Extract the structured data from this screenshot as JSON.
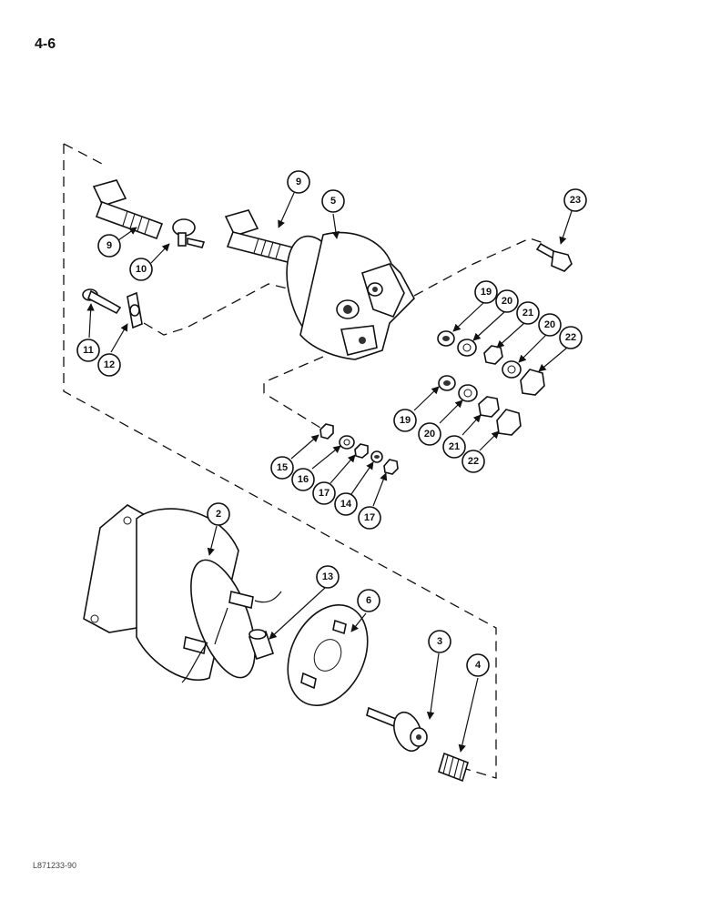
{
  "page": {
    "number": "4-6",
    "figure_code": "L871233-90"
  },
  "callouts": [
    "9",
    "9",
    "5",
    "23",
    "10",
    "11",
    "12",
    "19",
    "20",
    "21",
    "20",
    "22",
    "19",
    "20",
    "21",
    "22",
    "15",
    "16",
    "17",
    "14",
    "17",
    "2",
    "13",
    "6",
    "3",
    "4"
  ]
}
